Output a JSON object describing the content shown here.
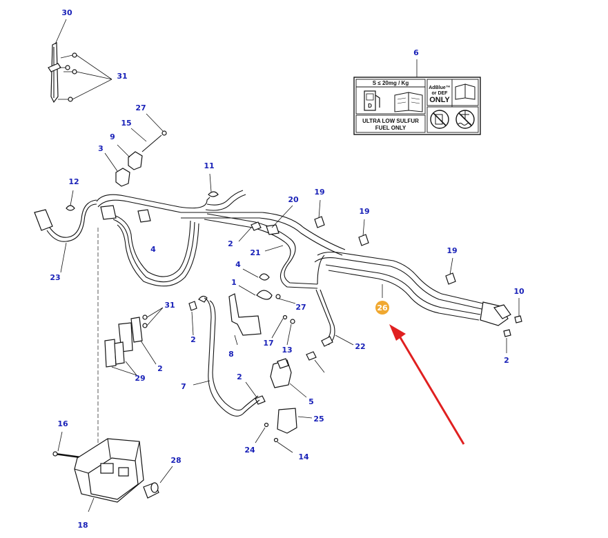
{
  "part_labels": [
    "30",
    "31",
    "27",
    "15",
    "9",
    "3",
    "11",
    "12",
    "4",
    "23",
    "2",
    "20",
    "21",
    "19",
    "19",
    "19",
    "6",
    "1",
    "4",
    "27",
    "31",
    "2",
    "8",
    "17",
    "13",
    "22",
    "26",
    "2",
    "2",
    "29",
    "7",
    "10",
    "2",
    "5",
    "25",
    "16",
    "24",
    "14",
    "28",
    "18"
  ],
  "highlighted_callout": "26",
  "decal": {
    "sulfur": "S ≤ 20mg / Kg",
    "pump_letter": "D",
    "adblue_line1": "AdBlue™",
    "adblue_line2": "or DEF",
    "adblue_line3": "ONLY",
    "ulsf_line1": "ULTRA LOW SULFUR",
    "ulsf_line2": "FUEL ONLY"
  },
  "colors": {
    "callout_text": "#1a22b8",
    "highlight_badge": "#f0a830",
    "arrow": "#e02020",
    "line": "#111111"
  },
  "icons": [
    "fuel-pump-icon",
    "manual-book-icon",
    "no-fire-icon",
    "no-water-icon"
  ]
}
